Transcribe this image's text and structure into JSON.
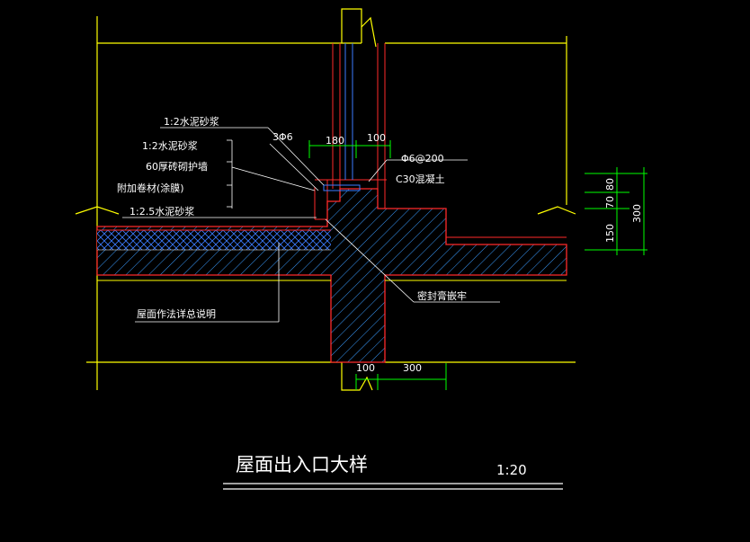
{
  "drawing": {
    "title": "屋面出入口大样",
    "scale": "1:20",
    "colors": {
      "background": "#000000",
      "outline": "#ffff00",
      "concrete_edge": "#ff2a2a",
      "leader": "#ffffff",
      "dimension": "#00ff00",
      "hatch": "#4aa8ff",
      "insulation": "#3c7cff"
    }
  },
  "labels": {
    "layer_mortar_top": "1:2水泥砂浆",
    "layer_mortar": "1:2水泥砂浆",
    "layer_brick_wall": "60厚砖砌护墙",
    "layer_membrane": "附加卷材(涂膜)",
    "layer_mortar_bottom": "1:2.5水泥砂浆",
    "rebar_count": "3Φ6",
    "rebar_spacing": "Φ6@200",
    "concrete": "C30混凝土",
    "sealant": "密封膏嵌牢",
    "roof_note": "屋面作法详总说明"
  },
  "dimensions": {
    "top_left": "180",
    "top_right": "100",
    "side_a": "80",
    "side_b": "70",
    "side_c": "150",
    "side_total": "300",
    "bottom_left": "100",
    "bottom_right": "300"
  }
}
